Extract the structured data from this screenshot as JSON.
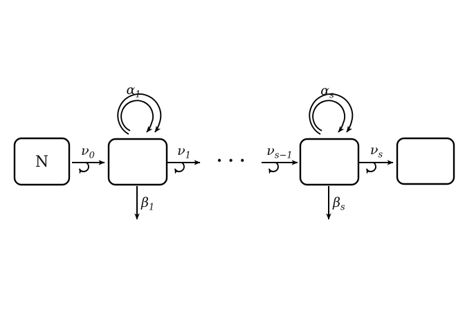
{
  "diagram": {
    "background": "#ffffff",
    "line_color": "#000000",
    "text_color": "#111111",
    "nodes": [
      {
        "label": "N"
      },
      {
        "label": ""
      },
      {
        "label": ""
      },
      {
        "label": ""
      }
    ],
    "transition_labels": {
      "nu0": {
        "symbol": "ν",
        "subscript": "0"
      },
      "nu1": {
        "symbol": "ν",
        "subscript": "1"
      },
      "nu_s_minus_1": {
        "symbol": "ν",
        "subscript": "s−1"
      },
      "nu_s": {
        "symbol": "ν",
        "subscript": "s"
      },
      "alpha_1": {
        "symbol": "α",
        "subscript": "1"
      },
      "alpha_s": {
        "symbol": "α",
        "subscript": "s"
      },
      "beta_1": {
        "symbol": "β",
        "subscript": "1"
      },
      "beta_s": {
        "symbol": "β",
        "subscript": "s"
      }
    },
    "ellipsis": "···"
  }
}
